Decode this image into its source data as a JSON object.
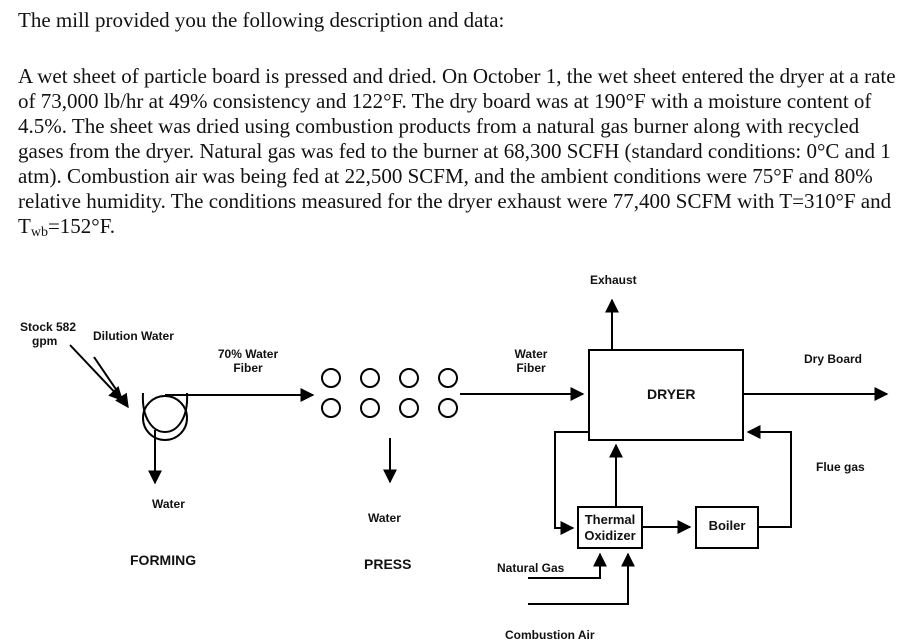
{
  "intro": "The mill provided you the following description and data:",
  "problem": {
    "text_before_sub": "A wet sheet of particle board is pressed and dried.  On October 1, the wet sheet entered the dryer at a rate of 73,000 lb/hr at 49% consistency and 122°F. The dry board was at 190°F with a moisture content of 4.5%.  The sheet was dried using combustion products from a natural gas burner along with recycled gases from the dryer.  Natural gas was fed to the burner at 68,300 SCFH (standard conditions: 0°C and 1 atm).  Combustion air was being fed at 22,500 SCFM, and the ambient conditions were 75°F and 80% relative humidity.  The conditions measured for the dryer exhaust were 77,400 SCFM with T=310°F and T",
    "subscript": "wb",
    "text_after_sub": "=152°F."
  },
  "diagram": {
    "stock_line1": "Stock 582",
    "stock_line2": "gpm",
    "dilution_water": "Dilution Water",
    "water_fiber_70_line1": "70% Water",
    "water_fiber_70_line2": "Fiber",
    "forming_water": "Water",
    "forming": "FORMING",
    "press_water": "Water",
    "press": "PRESS",
    "water_fiber_line1": "Water",
    "water_fiber_line2": "Fiber",
    "exhaust": "Exhaust",
    "dryer": "DRYER",
    "dry_board": "Dry Board",
    "flue_gas": "Flue gas",
    "thermal_oxidizer_line1": "Thermal",
    "thermal_oxidizer_line2": "Oxidizer",
    "boiler": "Boiler",
    "natural_gas": "Natural Gas",
    "combustion_air": "Combustion Air"
  }
}
